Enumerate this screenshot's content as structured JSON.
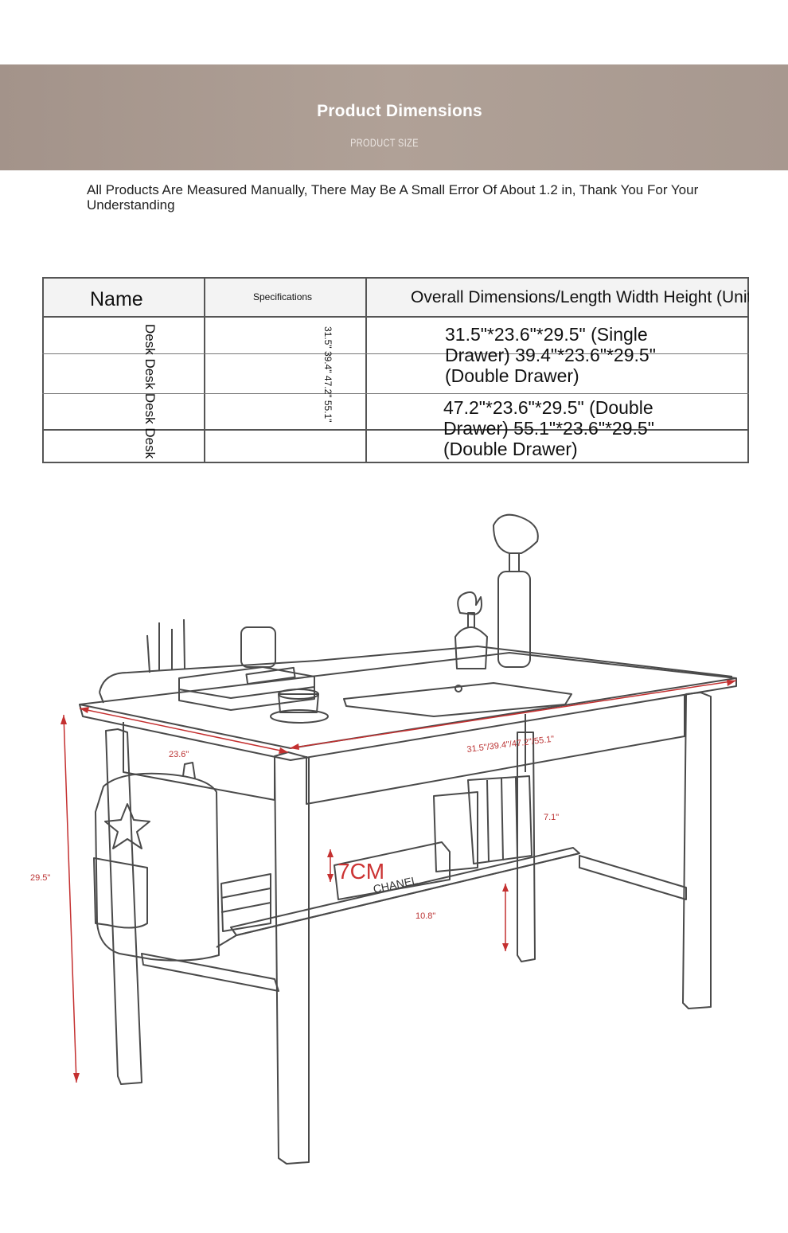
{
  "banner": {
    "title": "Product Dimensions",
    "subtitle": "PRODUCT SIZE"
  },
  "notice": "All Products Are Measured Manually, There May Be A Small Error Of About 1.2 in, Thank You For Your Understanding",
  "table": {
    "headers": {
      "name": "Name",
      "specifications": "Specifications",
      "overall": "Overall Dimensions/Length Width Height (Unit: in)"
    },
    "names_vertical": "Desk Desk Desk Desk",
    "specs_vertical": "31.5\" 39.4\" 47.2\" 55.1\"",
    "dims_1": "31.5\"*23.6\"*29.5\" (Single Drawer) 39.4\"*23.6\"*29.5\" (Double Drawer)",
    "dims_2": "47.2\"*23.6\"*29.5\" (Double Drawer) 55.1\"*23.6\"*29.5\" (Double Drawer)"
  },
  "illustration": {
    "depth_label": "23.6\"",
    "width_label": "31.5\"/39.4\"/47.2\"/55.1\"",
    "height_label": "29.5\"",
    "shelf_height_label": "7.1\"",
    "shelf_depth_label": "10.8\"",
    "gap_label": "7CM",
    "book_text": "CHANEL"
  },
  "colors": {
    "banner": "#aa9b92",
    "dimension_lines": "#c43030",
    "sketch": "#4a4a4a"
  }
}
